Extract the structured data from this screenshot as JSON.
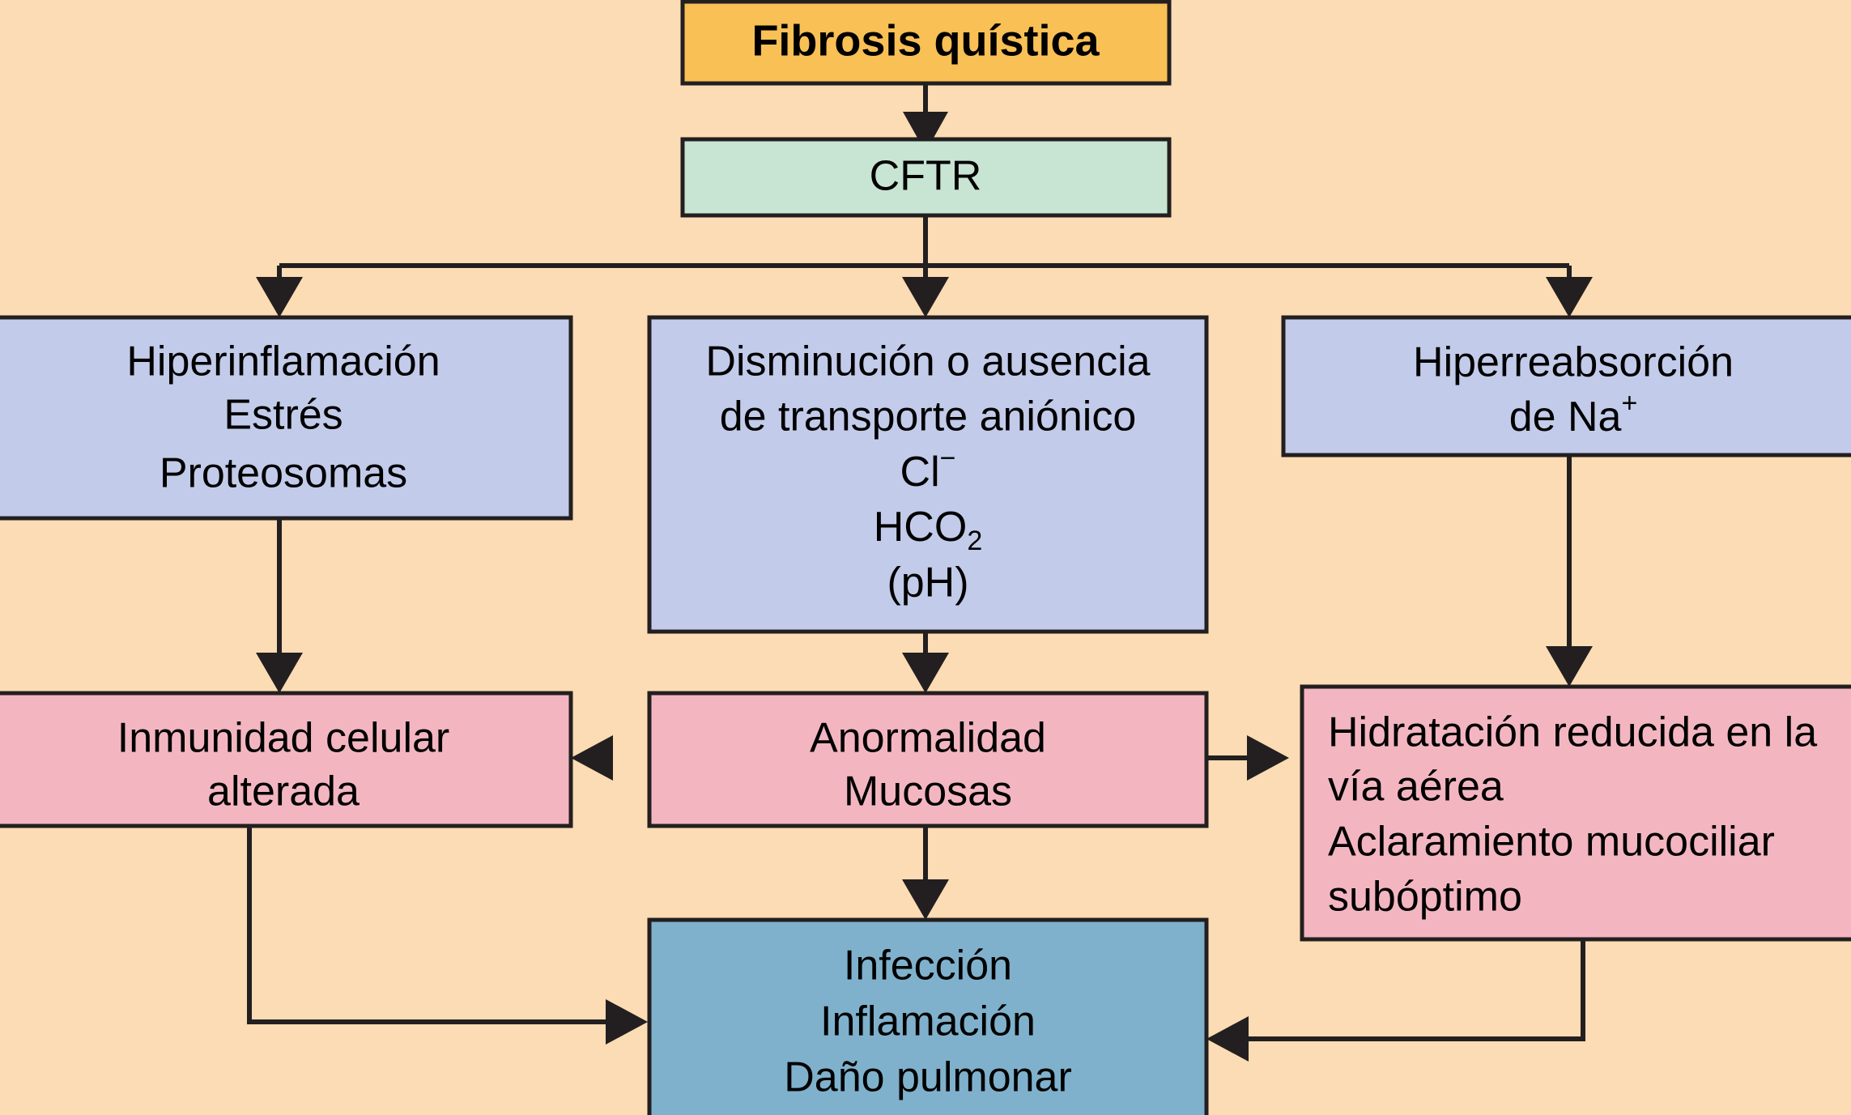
{
  "diagram": {
    "title_node": "Fibrosis quística",
    "background_color": "#fbdcb4",
    "nodes": [
      {
        "id": "fibrosis-quistica",
        "label": "Fibrosis quística",
        "lines": [
          "Fibrosis quística"
        ],
        "fill": "#f8c055",
        "bold": true
      },
      {
        "id": "cftr",
        "label": "CFTR",
        "lines": [
          "CFTR"
        ],
        "fill": "#c8e4d3",
        "bold": false
      },
      {
        "id": "hiperinflamacion",
        "label": "Hiperinflamación Estrés Proteosomas",
        "lines": [
          "Hiperinflamación",
          "Estrés",
          "Proteosomas"
        ],
        "fill": "#c3cbea",
        "bold": false
      },
      {
        "id": "transporte-anionico",
        "label": "Disminución o ausencia de transporte aniónico Cl− HCO2 (pH)",
        "lines": [
          "Disminución o ausencia",
          "de transporte aniónico",
          "Cl−",
          "HCO2",
          "(pH)"
        ],
        "line1": "Disminución o ausencia",
        "line2": "de transporte aniónico",
        "line3_base": "Cl",
        "line3_sup": "−",
        "line4_base": "HCO",
        "line4_sub": "2",
        "line5": "(pH)",
        "fill": "#c3cbea",
        "bold": false
      },
      {
        "id": "hiperreabsorcion-na",
        "label": "Hiperreabsorción de Na+",
        "lines": [
          "Hiperreabsorción",
          "de Na+"
        ],
        "line1": "Hiperreabsorción",
        "line2_base": "de Na",
        "line2_sup": "+",
        "fill": "#c3cbea",
        "bold": false
      },
      {
        "id": "inmunidad-celular-alterada",
        "label": "Inmunidad celular alterada",
        "lines": [
          "Inmunidad celular",
          "alterada"
        ],
        "fill": "#f3b6c1",
        "bold": false
      },
      {
        "id": "anormalidad-mucosas",
        "label": "Anormalidad Mucosas",
        "lines": [
          "Anormalidad",
          "Mucosas"
        ],
        "fill": "#f3b6c1",
        "bold": false
      },
      {
        "id": "hidratacion-reducida",
        "label": "Hidratación reducida en la vía aérea Aclaramiento mucociliar subóptimo",
        "lines": [
          "Hidratación reducida en la",
          "vía aérea",
          "Aclaramiento mucociliar",
          "subóptimo"
        ],
        "fill": "#f3b6c1",
        "bold": false,
        "align": "left"
      },
      {
        "id": "infeccion-inflamacion-dano",
        "label": "Infección Inflamación Daño pulmonar",
        "lines": [
          "Infección",
          "Inflamación",
          "Daño pulmonar"
        ],
        "fill": "#7fb1cc",
        "bold": false
      }
    ],
    "edges": [
      {
        "id": "edge-fq-to-cftr",
        "from": "fibrosis-quistica",
        "to": "cftr"
      },
      {
        "id": "edge-cftr-to-hiperinflamacion",
        "from": "cftr",
        "to": "hiperinflamacion"
      },
      {
        "id": "edge-cftr-to-transporte",
        "from": "cftr",
        "to": "transporte-anionico"
      },
      {
        "id": "edge-cftr-to-hiperreabsorcion",
        "from": "cftr",
        "to": "hiperreabsorcion-na"
      },
      {
        "id": "edge-hiperinflamacion-to-inmunidad",
        "from": "hiperinflamacion",
        "to": "inmunidad-celular-alterada"
      },
      {
        "id": "edge-transporte-to-anormalidad",
        "from": "transporte-anionico",
        "to": "anormalidad-mucosas"
      },
      {
        "id": "edge-hiperreabsorcion-to-hidratacion",
        "from": "hiperreabsorcion-na",
        "to": "hidratacion-reducida"
      },
      {
        "id": "edge-anormalidad-to-inmunidad",
        "from": "anormalidad-mucosas",
        "to": "inmunidad-celular-alterada"
      },
      {
        "id": "edge-anormalidad-to-hidratacion",
        "from": "anormalidad-mucosas",
        "to": "hidratacion-reducida"
      },
      {
        "id": "edge-anormalidad-to-infeccion",
        "from": "anormalidad-mucosas",
        "to": "infeccion-inflamacion-dano"
      },
      {
        "id": "edge-inmunidad-to-infeccion",
        "from": "inmunidad-celular-alterada",
        "to": "infeccion-inflamacion-dano"
      },
      {
        "id": "edge-hidratacion-to-infeccion",
        "from": "hidratacion-reducida",
        "to": "infeccion-inflamacion-dano"
      }
    ]
  }
}
